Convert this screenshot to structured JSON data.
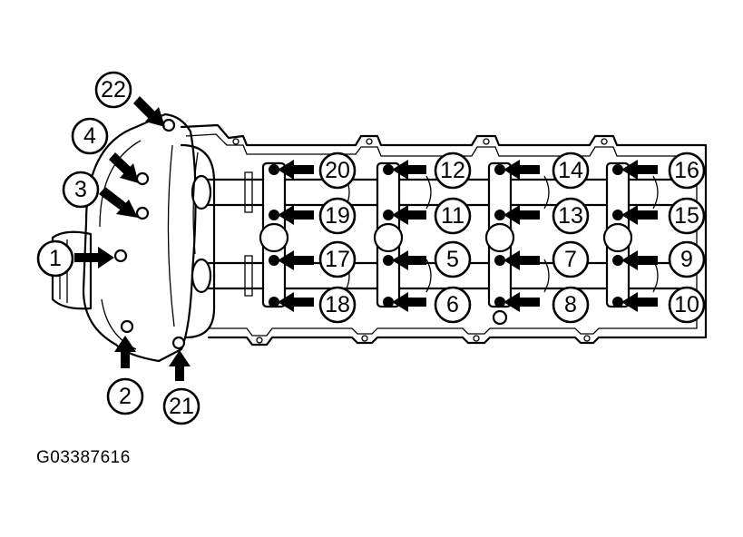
{
  "figure": {
    "code": "G03387616"
  },
  "bolt_callouts": [
    {
      "id": "1"
    },
    {
      "id": "2"
    },
    {
      "id": "3"
    },
    {
      "id": "4"
    },
    {
      "id": "5"
    },
    {
      "id": "6"
    },
    {
      "id": "7"
    },
    {
      "id": "8"
    },
    {
      "id": "9"
    },
    {
      "id": "10"
    },
    {
      "id": "11"
    },
    {
      "id": "12"
    },
    {
      "id": "13"
    },
    {
      "id": "14"
    },
    {
      "id": "15"
    },
    {
      "id": "16"
    },
    {
      "id": "17"
    },
    {
      "id": "18"
    },
    {
      "id": "19"
    },
    {
      "id": "20"
    },
    {
      "id": "21"
    },
    {
      "id": "22"
    }
  ],
  "colors": {
    "ink": "#000000",
    "paper": "#ffffff"
  }
}
